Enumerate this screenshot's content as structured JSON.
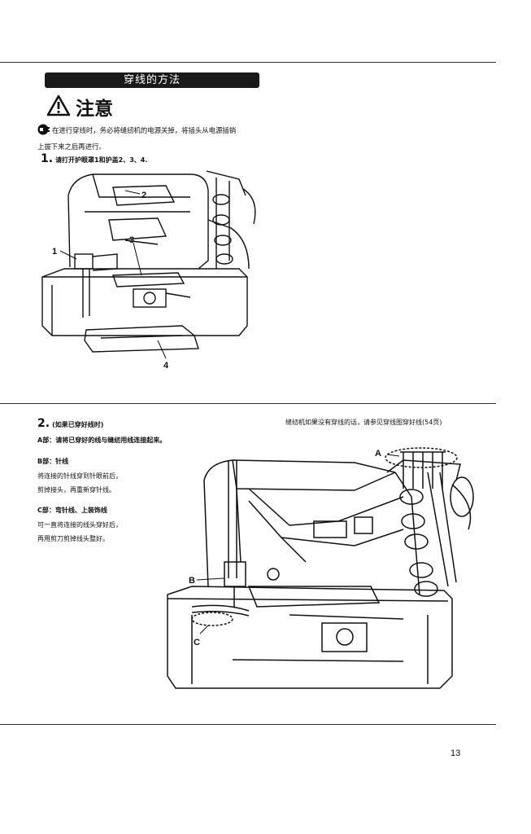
{
  "section_title": "穿线的方法",
  "caution": {
    "label": "注意",
    "icon": "warning-triangle-icon",
    "note_line1": "在进行穿线时，务必将缝纫机的电源关掉，将插头从电源插销",
    "note_line2": "上拔下来之后再进行。"
  },
  "step1": {
    "num": "1.",
    "text": "请打开护眼罩1和护盖2、3、4.",
    "figure_labels": [
      "1",
      "2",
      "3",
      "4"
    ]
  },
  "step2": {
    "num": "2.",
    "text": "(如果已穿好线时)",
    "right_note": "缝纫机如果没有穿线的话，请参见穿线图穿好线(54页)",
    "part_a": "A部：请将已穿好的线与缝纫用线连接起来。",
    "part_b_title": "B部：针线",
    "part_b_line1": "将连接的针线穿到针眼前后，",
    "part_b_line2": "剪掉接头，再重新穿针线。",
    "part_c_title": "C部：弯针线、上装饰线",
    "part_c_line1": "可一直将连接的线头穿好后，",
    "part_c_line2": "再用剪刀剪掉线头整好。",
    "figure_labels": [
      "A",
      "B",
      "C"
    ]
  },
  "page_number": "13"
}
